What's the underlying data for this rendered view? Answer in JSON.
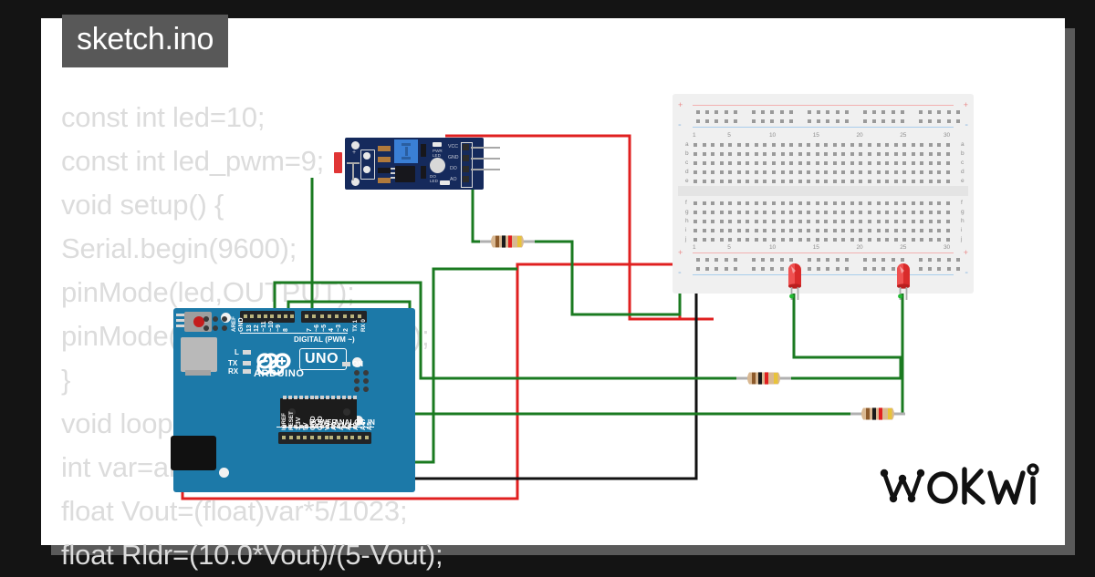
{
  "meta": {
    "frame_bg": "#141414",
    "canvas_bg": "#ffffff",
    "shadow_color": "#5a5a5a"
  },
  "badge": {
    "filename": "sketch.ino",
    "bg": "#585858",
    "fg": "#ffffff"
  },
  "code": {
    "color": "#dcdcdc",
    "lines": [
      "const int led=10;",
      "const int led_pwm=9;",
      "void setup() {",
      "Serial.begin(9600);",
      "pinMode(led,OUTPUT);",
      "pinMode(led_pwm,OUTPUT);",
      "}",
      "void loop() {",
      "int var=analogRead(A0);",
      "float Vout=(float)var*5/1023;",
      "float Rldr=(10.0*Vout)/(5-Vout);"
    ]
  },
  "logo": {
    "text": "wokwi",
    "color": "#111111"
  },
  "breadboard": {
    "name": "half-plus breadboard",
    "body_color": "#f0f0f0",
    "hole_color": "#9a9a9a",
    "plus_color": "#e98a8a",
    "minus_color": "#8ab6e0",
    "column_labels": [
      "1",
      "5",
      "10",
      "15",
      "20",
      "25",
      "30"
    ],
    "row_labels_top": [
      "a",
      "b",
      "c",
      "d",
      "e"
    ],
    "row_labels_bottom": [
      "f",
      "g",
      "h",
      "i",
      "j"
    ],
    "rail_plus": "+",
    "rail_minus": "-",
    "columns": 30
  },
  "arduino": {
    "name": "Arduino UNO",
    "board_color": "#1c79a8",
    "brand": "ARDUINO",
    "model": "UNO",
    "led_labels": [
      "L",
      "TX",
      "RX"
    ],
    "on_label": "ON",
    "digital_group_label": "DIGITAL (PWM ~)",
    "digital_pins": [
      "AREF",
      "GND",
      "13",
      "12",
      "~11",
      "~10",
      "~9",
      "8",
      "7",
      "~6",
      "~5",
      "4",
      "~3",
      "2",
      "TX 1",
      "RX 0"
    ],
    "power_group_label": "POWER",
    "power_pins": [
      "IOREF",
      "RESET",
      "3.3V",
      "5V",
      "GND",
      "GND",
      "Vin"
    ],
    "analog_group_label": "ANALOG IN",
    "analog_pins": [
      "A0",
      "A1",
      "A2",
      "A3",
      "A4",
      "A5"
    ]
  },
  "sensor": {
    "name": "LDR photoresistor sensor module",
    "board_color": "#152a5c",
    "labels": {
      "pwr_led": "PWR\nLED",
      "do_led": "DO\nLED",
      "pin_vcc": "VCC",
      "pin_gnd": "GND",
      "pin_do": "DO",
      "pin_ao": "AO",
      "terminal_plus": "+",
      "terminal_minus": "-"
    }
  },
  "resistors": [
    {
      "id": "r1",
      "bands": [
        "#8d5a2b",
        "#1a1a1a",
        "#e02020",
        "#e8c33a"
      ],
      "value": "1kΩ"
    },
    {
      "id": "r2",
      "bands": [
        "#8d5a2b",
        "#1a1a1a",
        "#e02020",
        "#e8c33a"
      ],
      "value": "1kΩ"
    },
    {
      "id": "r3",
      "bands": [
        "#8d5a2b",
        "#1a1a1a",
        "#e02020",
        "#e8c33a"
      ],
      "value": "1kΩ"
    }
  ],
  "leds": [
    {
      "id": "led1",
      "color": "#e03535",
      "label": "red LED"
    },
    {
      "id": "led2",
      "color": "#e03535",
      "label": "red LED"
    }
  ],
  "wire_colors": {
    "red": "#e02020",
    "green": "#1a7a20",
    "black": "#121212"
  }
}
